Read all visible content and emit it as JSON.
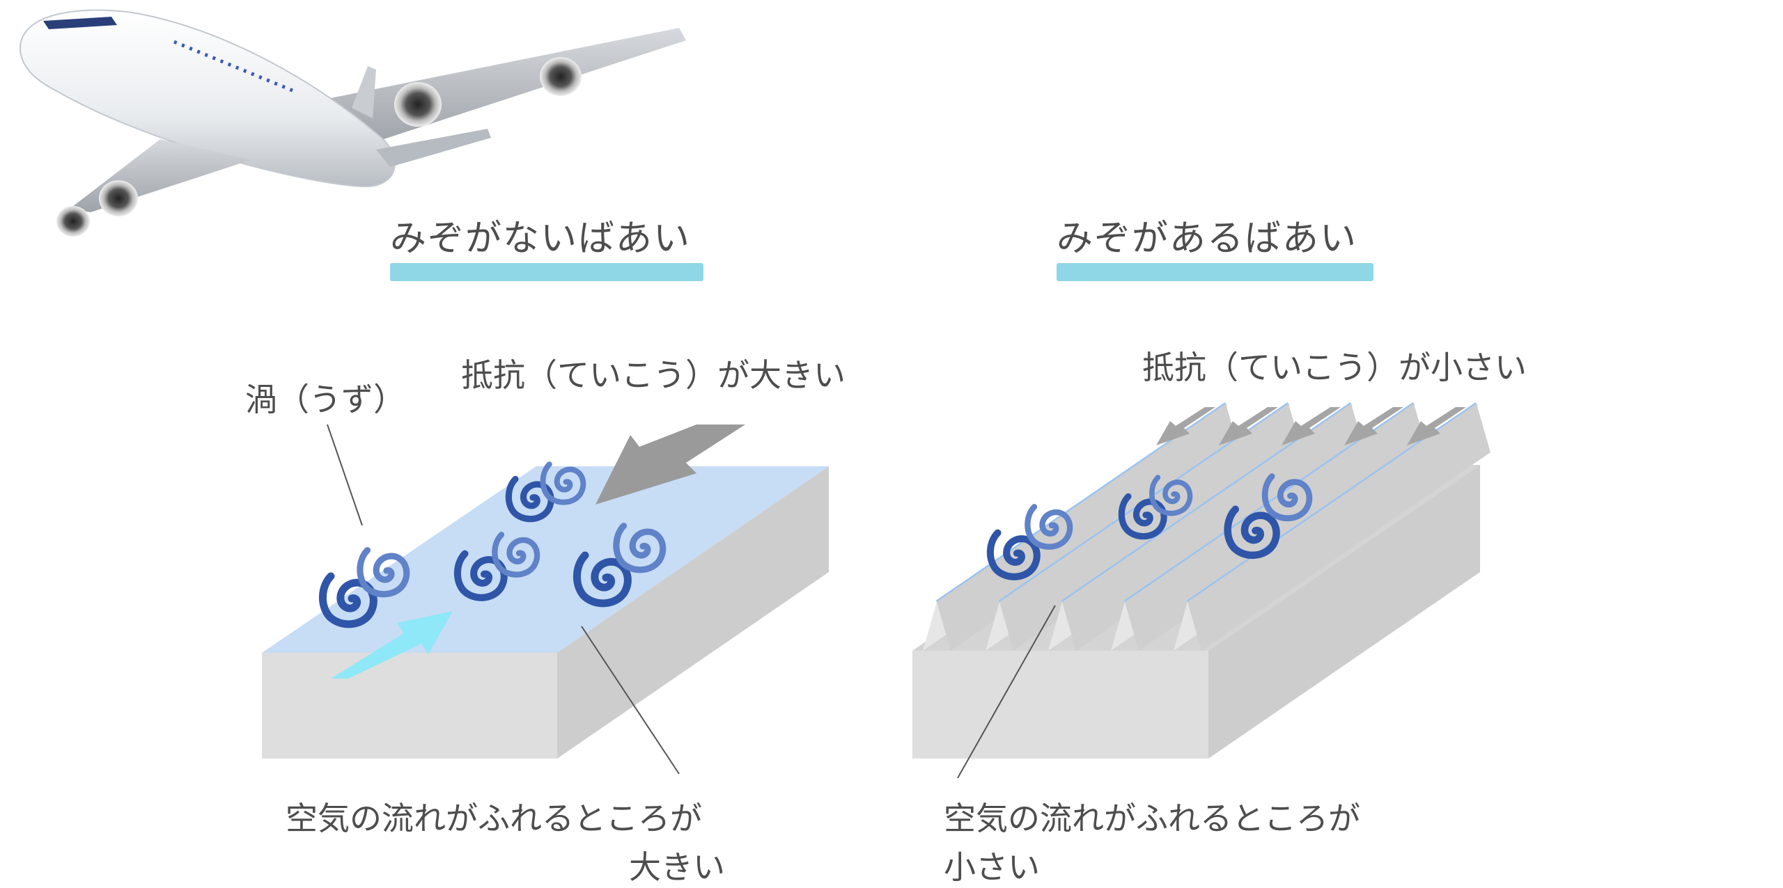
{
  "left_panel": {
    "title": "みぞがないばあい",
    "vortex_label": "渦（うず）",
    "resistance_label": "抵抗（ていこう）が大きい",
    "contact_label_line1": "空気の流れがふれるところが",
    "contact_label_line2": "大きい"
  },
  "right_panel": {
    "title": "みぞがあるばあい",
    "resistance_label": "抵抗（ていこう）が小さい",
    "contact_label_line1": "空気の流れがふれるところが",
    "contact_label_line2": "小さい"
  },
  "colors": {
    "title_underline": "#8fd6e6",
    "surface_top": "#c7dcf5",
    "vortex": "#2f55a8",
    "flow_arrow": "#8ee8f7",
    "resistance_arrow": "#9a9a9a",
    "block_front": "#dedede",
    "block_side": "#cdcdcd"
  }
}
